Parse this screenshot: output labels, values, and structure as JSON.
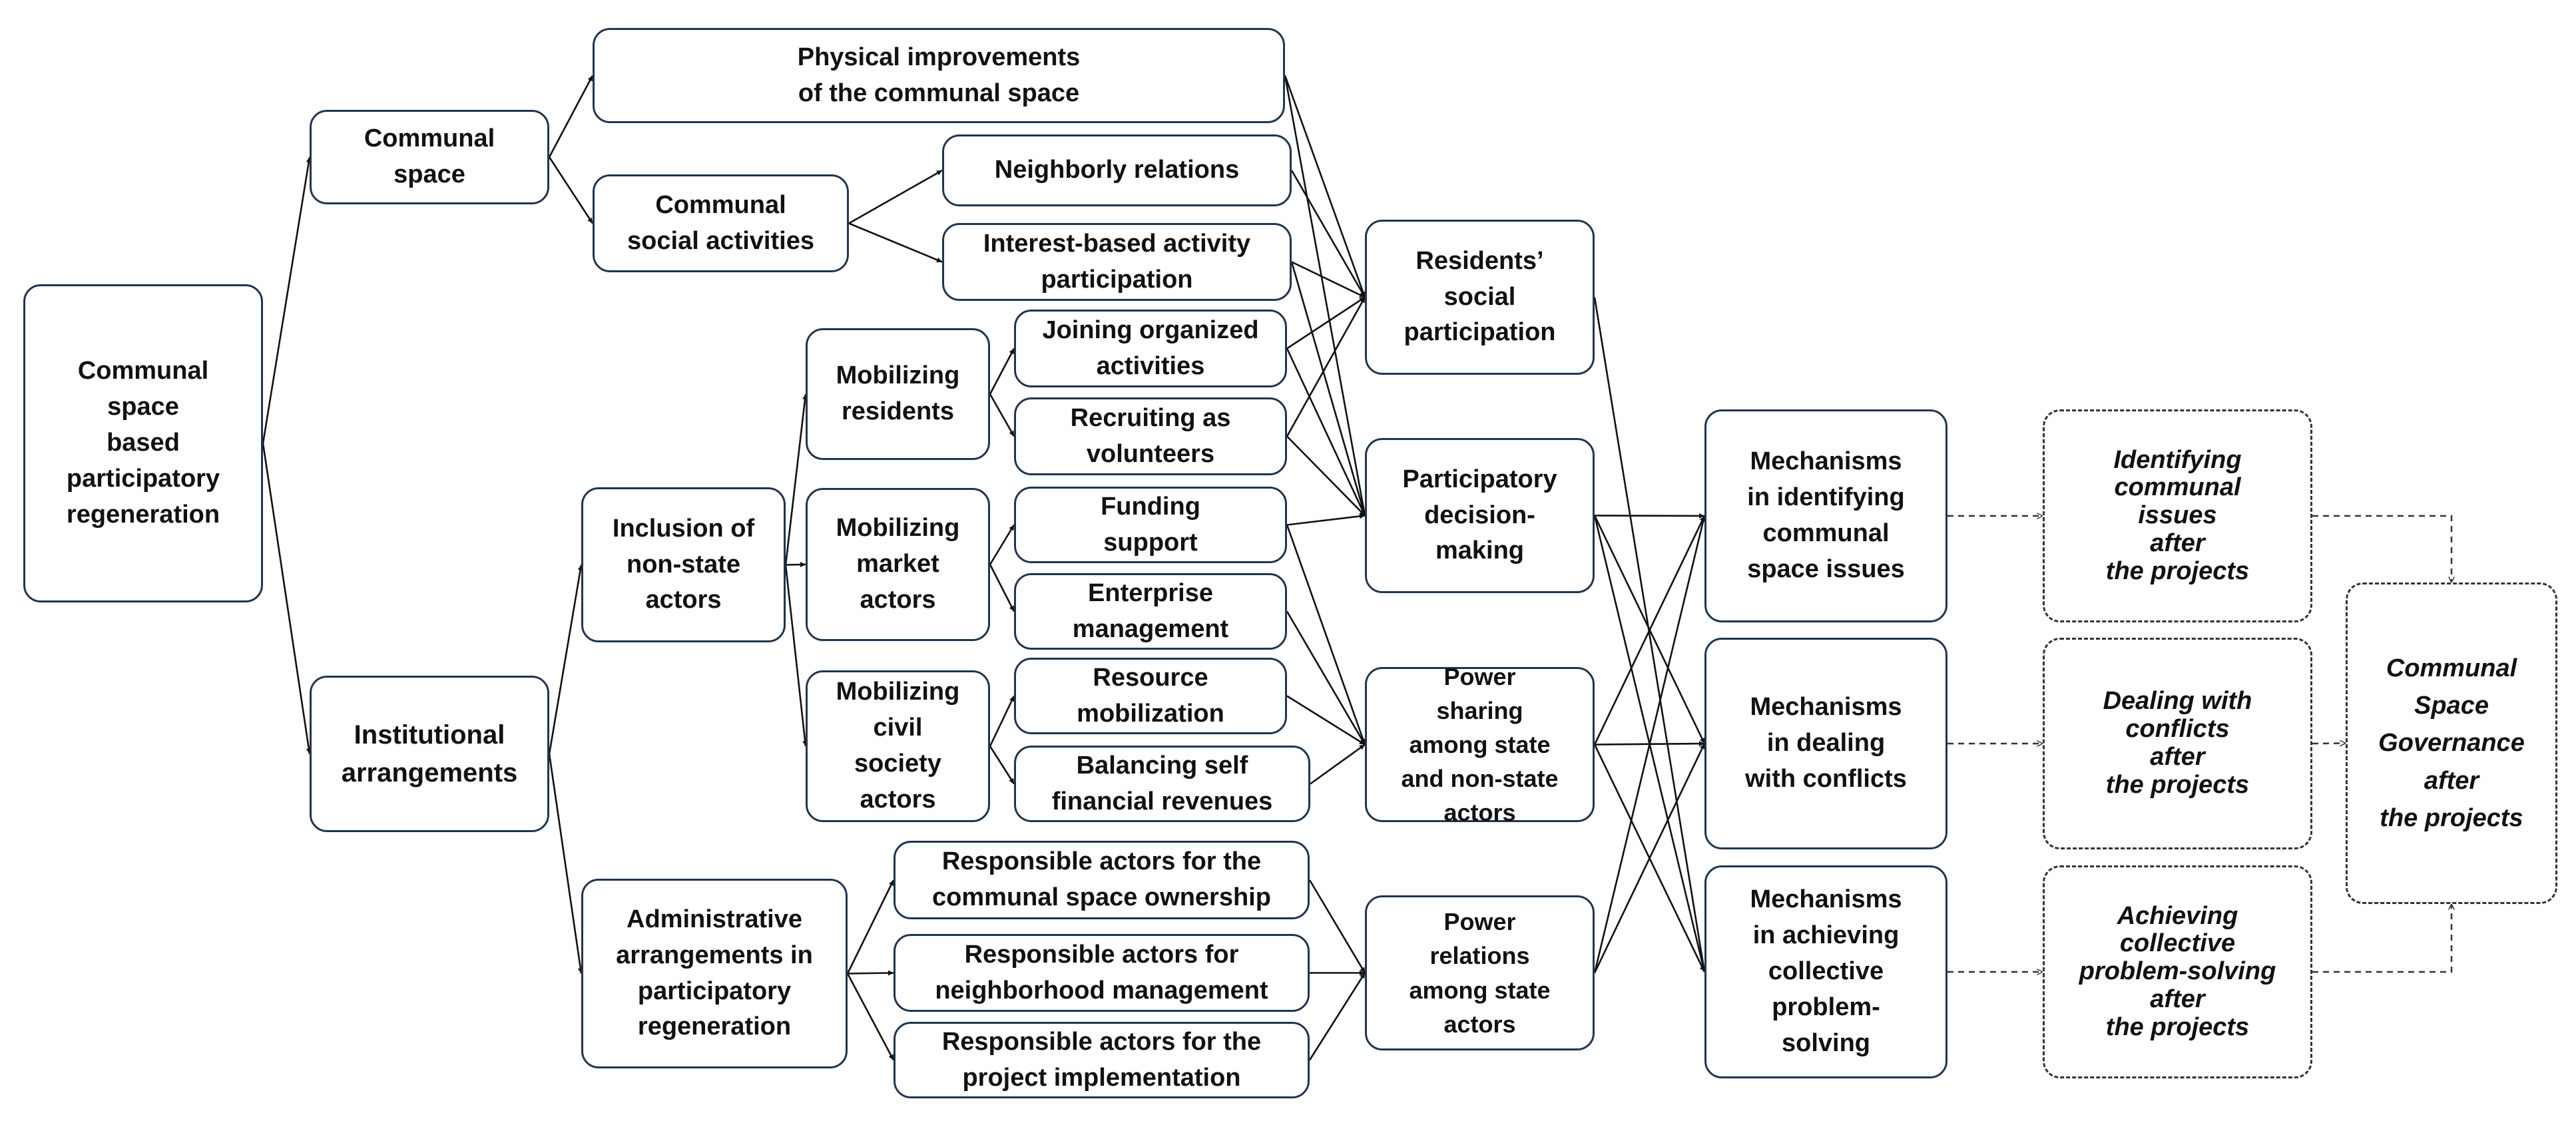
{
  "diagram": {
    "nodes": {
      "root": "Communal\nspace\nbased\nparticipatory\nregeneration",
      "communal_space": "Communal\nspace",
      "institutional_arrangements": "Institutional\narrangements",
      "physical_improvements": "Physical improvements\nof the communal space",
      "communal_social_activities": "Communal\nsocial activities",
      "neighborly_relations": "Neighborly relations",
      "interest_based": "Interest-based activity\nparticipation",
      "inclusion_non_state": "Inclusion of\nnon-state\nactors",
      "administrative_arrangements": "Administrative\narrangements in\nparticipatory\nregeneration",
      "mobilizing_residents": "Mobilizing\nresidents",
      "mobilizing_market": "Mobilizing\nmarket\nactors",
      "mobilizing_civil": "Mobilizing\ncivil\nsociety\nactors",
      "joining_organized": "Joining organized\nactivities",
      "recruiting_volunteers": "Recruiting as\nvolunteers",
      "funding_support": "Funding\nsupport",
      "enterprise_management": "Enterprise\nmanagement",
      "resource_mobilization": "Resource\nmobilization",
      "balancing_revenues": "Balancing self\nfinancial revenues",
      "resp_ownership": "Responsible actors for the\ncommunal space ownership",
      "resp_neighborhood": "Responsible actors for\nneighborhood management",
      "resp_project": "Responsible actors for the\nproject implementation",
      "residents_participation": "Residents’\nsocial\nparticipation",
      "participatory_decision": "Participatory\ndecision-\nmaking",
      "power_sharing": "Power\nsharing\namong state\nand non-state\nactors",
      "power_relations": "Power\nrelations\namong state\nactors",
      "mech_identifying": "Mechanisms\nin identifying\ncommunal\nspace issues",
      "mech_conflicts": "Mechanisms\nin dealing\nwith conflicts",
      "mech_collective": "Mechanisms\nin achieving\ncollective\nproblem-\nsolving",
      "out_identifying": "Identifying\ncommunal\nissues\nafter\nthe projects",
      "out_conflicts": "Dealing with\nconflicts\nafter\nthe projects",
      "out_collective": "Achieving\ncollective\nproblem-solving\nafter\nthe projects",
      "final": "Communal\nSpace\nGovernance\nafter\nthe projects"
    },
    "edges": [
      [
        "root",
        "communal_space",
        "solid"
      ],
      [
        "root",
        "institutional_arrangements",
        "solid"
      ],
      [
        "communal_space",
        "physical_improvements",
        "solid"
      ],
      [
        "communal_space",
        "communal_social_activities",
        "solid"
      ],
      [
        "communal_social_activities",
        "neighborly_relations",
        "solid"
      ],
      [
        "communal_social_activities",
        "interest_based",
        "solid"
      ],
      [
        "institutional_arrangements",
        "inclusion_non_state",
        "solid"
      ],
      [
        "institutional_arrangements",
        "administrative_arrangements",
        "solid"
      ],
      [
        "inclusion_non_state",
        "mobilizing_residents",
        "solid"
      ],
      [
        "inclusion_non_state",
        "mobilizing_market",
        "solid"
      ],
      [
        "inclusion_non_state",
        "mobilizing_civil",
        "solid"
      ],
      [
        "mobilizing_residents",
        "joining_organized",
        "solid"
      ],
      [
        "mobilizing_residents",
        "recruiting_volunteers",
        "solid"
      ],
      [
        "mobilizing_market",
        "funding_support",
        "solid"
      ],
      [
        "mobilizing_market",
        "enterprise_management",
        "solid"
      ],
      [
        "mobilizing_civil",
        "resource_mobilization",
        "solid"
      ],
      [
        "mobilizing_civil",
        "balancing_revenues",
        "solid"
      ],
      [
        "administrative_arrangements",
        "resp_ownership",
        "solid"
      ],
      [
        "administrative_arrangements",
        "resp_neighborhood",
        "solid"
      ],
      [
        "administrative_arrangements",
        "resp_project",
        "solid"
      ],
      [
        "physical_improvements",
        "residents_participation",
        "solid"
      ],
      [
        "physical_improvements",
        "participatory_decision",
        "solid"
      ],
      [
        "neighborly_relations",
        "residents_participation",
        "solid"
      ],
      [
        "interest_based",
        "residents_participation",
        "solid"
      ],
      [
        "interest_based",
        "participatory_decision",
        "solid"
      ],
      [
        "joining_organized",
        "residents_participation",
        "solid"
      ],
      [
        "joining_organized",
        "participatory_decision",
        "solid"
      ],
      [
        "recruiting_volunteers",
        "residents_participation",
        "solid"
      ],
      [
        "recruiting_volunteers",
        "participatory_decision",
        "solid"
      ],
      [
        "funding_support",
        "participatory_decision",
        "solid"
      ],
      [
        "funding_support",
        "power_sharing",
        "solid"
      ],
      [
        "enterprise_management",
        "power_sharing",
        "solid"
      ],
      [
        "resource_mobilization",
        "power_sharing",
        "solid"
      ],
      [
        "balancing_revenues",
        "power_sharing",
        "solid"
      ],
      [
        "resp_ownership",
        "power_relations",
        "solid"
      ],
      [
        "resp_neighborhood",
        "power_relations",
        "solid"
      ],
      [
        "resp_project",
        "power_relations",
        "solid"
      ],
      [
        "residents_participation",
        "mech_collective",
        "solid"
      ],
      [
        "participatory_decision",
        "mech_identifying",
        "solid"
      ],
      [
        "participatory_decision",
        "mech_conflicts",
        "solid"
      ],
      [
        "participatory_decision",
        "mech_collective",
        "solid"
      ],
      [
        "power_sharing",
        "mech_identifying",
        "solid"
      ],
      [
        "power_sharing",
        "mech_conflicts",
        "solid"
      ],
      [
        "power_sharing",
        "mech_collective",
        "solid"
      ],
      [
        "power_relations",
        "mech_identifying",
        "solid"
      ],
      [
        "power_relations",
        "mech_conflicts",
        "solid"
      ],
      [
        "mech_identifying",
        "out_identifying",
        "dashed"
      ],
      [
        "mech_conflicts",
        "out_conflicts",
        "dashed"
      ],
      [
        "mech_collective",
        "out_collective",
        "dashed"
      ],
      [
        "out_identifying",
        "final",
        "dashed-elbow"
      ],
      [
        "out_conflicts",
        "final",
        "dashed"
      ],
      [
        "out_collective",
        "final",
        "dashed-elbow"
      ]
    ],
    "colors": {
      "border": "#1f3550",
      "line": "#111111",
      "dashed_border": "#333333"
    }
  }
}
